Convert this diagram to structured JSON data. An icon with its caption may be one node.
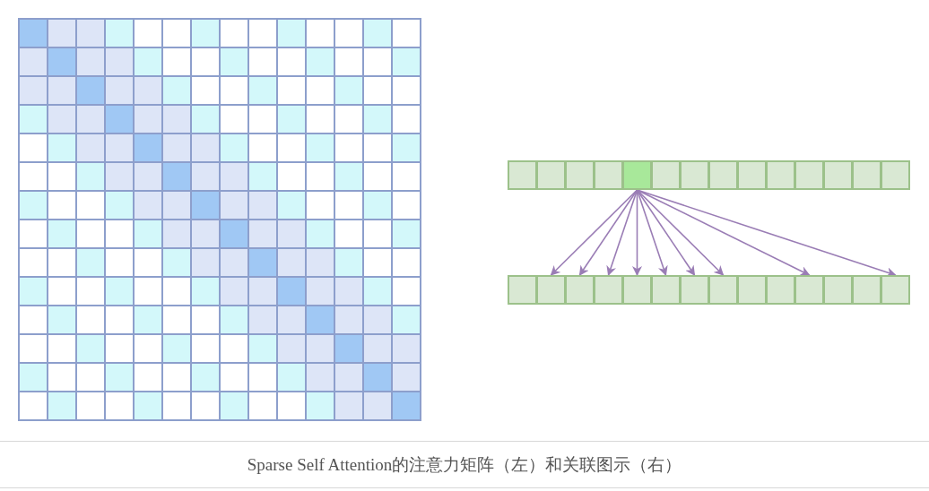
{
  "diagram": {
    "caption": "Sparse Self Attention的注意力矩阵（左）和关联图示（右）",
    "nodes": [
      {
        "text": [],
        "shape": "box"
      },
      {
        "text": [],
        "shape": "box"
      },
      {
        "text": [],
        "shape": "box"
      },
      {
        "text": [],
        "shape": "box"
      },
      {
        "text": [],
        "shape": "box"
      },
      {
        "text": [],
        "shape": "box"
      },
      {
        "text": [],
        "shape": "box"
      },
      {
        "text": [],
        "shape": "box"
      },
      {
        "text": [],
        "shape": "box"
      },
      {
        "text": [],
        "shape": "box"
      },
      {
        "text": [],
        "shape": "box"
      },
      {
        "text": [],
        "shape": "box"
      },
      {
        "text": [],
        "shape": "box"
      },
      {
        "text": [],
        "shape": "box"
      },
      {
        "text": [],
        "shape": "box"
      },
      {
        "text": [],
        "shape": "box"
      },
      {
        "text": [],
        "shape": "box"
      },
      {
        "text": [],
        "shape": "box"
      },
      {
        "text": [],
        "shape": "box"
      },
      {
        "text": [],
        "shape": "box"
      },
      {
        "text": [],
        "shape": "box"
      },
      {
        "text": [],
        "shape": "box"
      },
      {
        "text": [],
        "shape": "box"
      },
      {
        "text": [],
        "shape": "box"
      },
      {
        "text": [],
        "shape": "box"
      },
      {
        "text": [],
        "shape": "box"
      },
      {
        "text": [],
        "shape": "box"
      },
      {
        "text": [],
        "shape": "box"
      }
    ],
    "edges": [
      {
        "from": 4,
        "to": 15,
        "arrow": "to"
      },
      {
        "from": 4,
        "to": 16,
        "arrow": "to"
      },
      {
        "from": 4,
        "to": 17,
        "arrow": "to"
      },
      {
        "from": 4,
        "to": 18,
        "arrow": "to"
      },
      {
        "from": 4,
        "to": 19,
        "arrow": "to"
      },
      {
        "from": 4,
        "to": 20,
        "arrow": "to"
      },
      {
        "from": 4,
        "to": 21,
        "arrow": "to"
      },
      {
        "from": 4,
        "to": 24,
        "arrow": "to"
      },
      {
        "from": 4,
        "to": 27,
        "arrow": "to"
      }
    ]
  }
}
